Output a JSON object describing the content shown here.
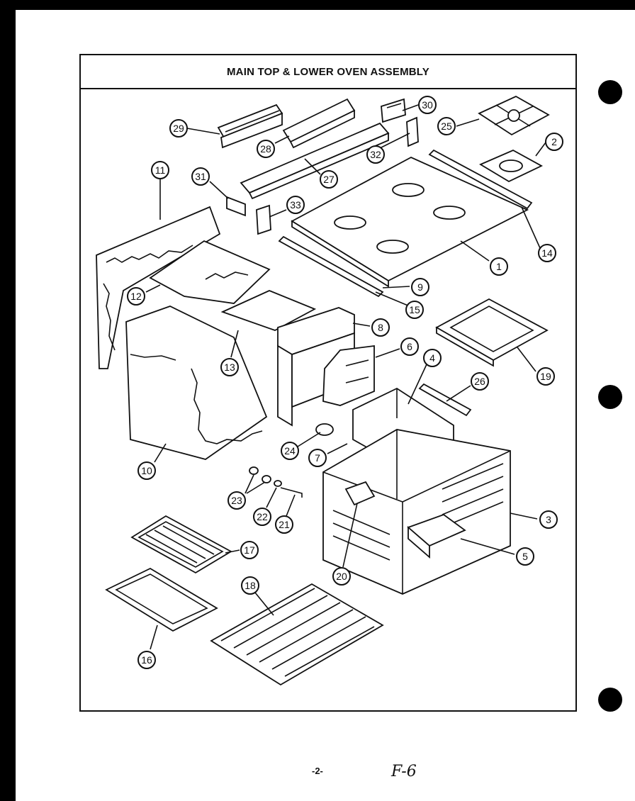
{
  "title": "MAIN TOP & LOWER OVEN ASSEMBLY",
  "page_number": "-2-",
  "handwritten_note": "F-6",
  "callouts": [
    "1",
    "2",
    "3",
    "4",
    "5",
    "6",
    "7",
    "8",
    "9",
    "10",
    "11",
    "12",
    "13",
    "14",
    "15",
    "16",
    "17",
    "18",
    "19",
    "20",
    "21",
    "22",
    "23",
    "24",
    "25",
    "26",
    "27",
    "28",
    "29",
    "30",
    "31",
    "32",
    "33"
  ]
}
